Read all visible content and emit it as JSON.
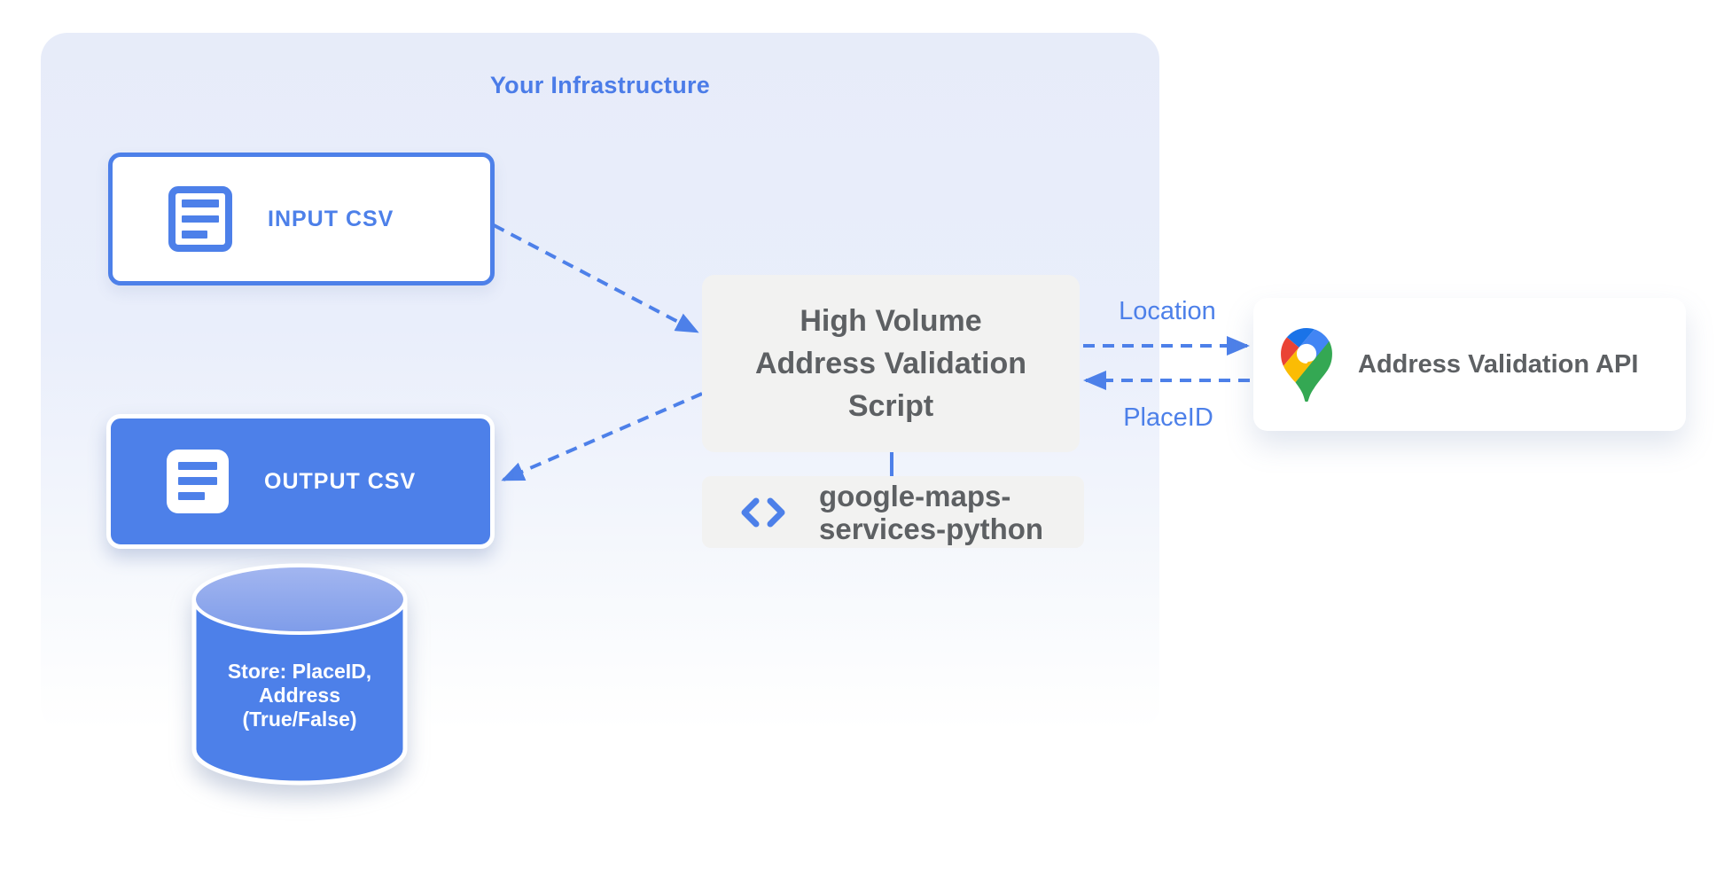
{
  "title": "Your Infrastructure",
  "nodes": {
    "input_csv": {
      "label": "INPUT CSV",
      "icon": "document-icon"
    },
    "output_csv": {
      "label": "OUTPUT CSV",
      "icon": "document-icon"
    },
    "script": {
      "line1": "High Volume",
      "line2": "Address Validation",
      "line3": "Script"
    },
    "library": {
      "icon": "code-icon",
      "line1": "google-maps-",
      "line2": "services-python"
    },
    "api": {
      "icon": "google-maps-pin-icon",
      "label": "Address Validation API"
    },
    "datastore": {
      "line1": "Store: PlaceID,",
      "line2": "Address",
      "line3": "(True/False)"
    }
  },
  "edge_labels": {
    "location": "Location",
    "placeid": "PlaceID"
  },
  "colors": {
    "accent_blue": "#4d80e9",
    "container_blue_top": "#e7ecf9",
    "node_gray": "#f2f2f1",
    "text_gray": "#5d6063",
    "title_blue": "#4b7ce8",
    "cylinder_cap_light": "#a3b6f0",
    "cylinder_cap_dark": "#7e9ce9",
    "white": "#ffffff",
    "pin_dark_blue": "#1a73e8",
    "pin_red": "#ea4335",
    "pin_blue": "#4285f4",
    "pin_yellow": "#fbbc04",
    "pin_green": "#34a853"
  }
}
